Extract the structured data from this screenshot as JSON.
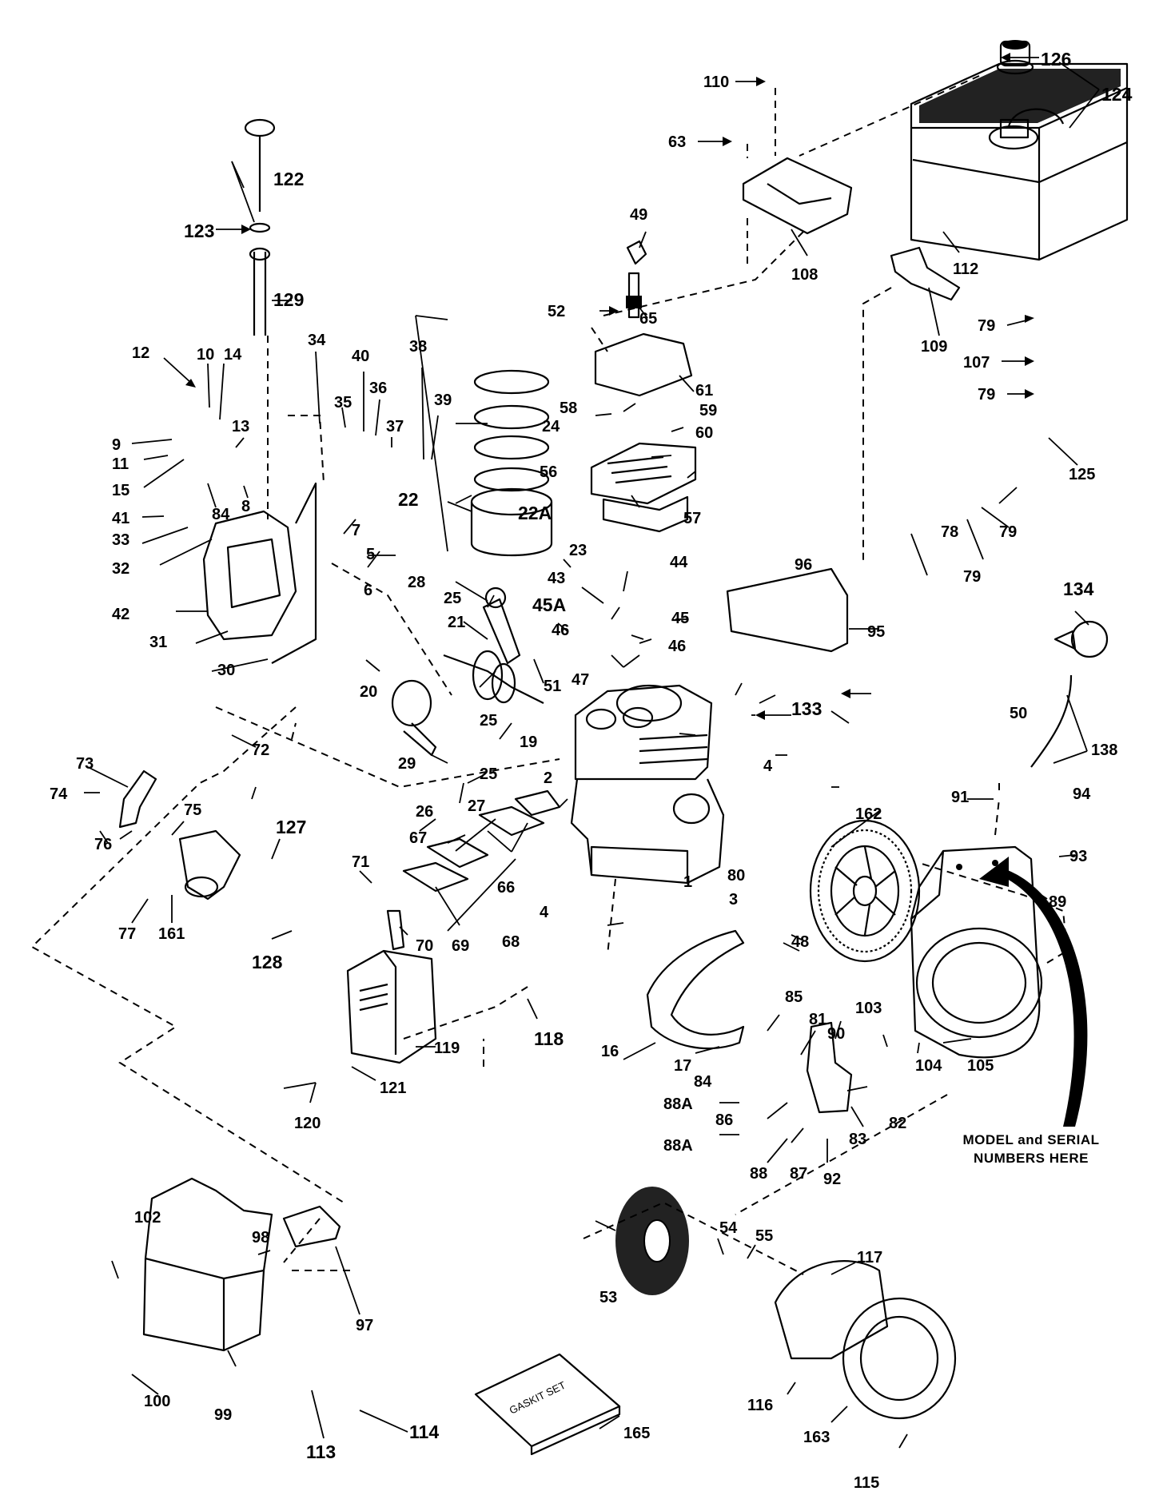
{
  "note": [
    "MODEL and SERIAL",
    "NUMBERS HERE"
  ],
  "gasket_set_text": "GASKIT SET",
  "labels": [
    "1",
    "2",
    "3",
    "4",
    "4",
    "5",
    "6",
    "7",
    "8",
    "9",
    "10",
    "11",
    "12",
    "13",
    "14",
    "15",
    "16",
    "17",
    "19",
    "20",
    "21",
    "22",
    "22A",
    "23",
    "24",
    "25",
    "25",
    "26",
    "27",
    "28",
    "29",
    "30",
    "31",
    "32",
    "33",
    "34",
    "35",
    "36",
    "37",
    "38",
    "39",
    "40",
    "41",
    "42",
    "43",
    "44",
    "45",
    "45A",
    "46",
    "46",
    "47",
    "48",
    "49",
    "50",
    "51",
    "52",
    "53",
    "54",
    "55",
    "56",
    "57",
    "58",
    "59",
    "60",
    "61",
    "63",
    "65",
    "66",
    "67",
    "68",
    "69",
    "70",
    "71",
    "72",
    "73",
    "74",
    "75",
    "76",
    "77",
    "78",
    "79",
    "79",
    "79",
    "79",
    "80",
    "81",
    "82",
    "83",
    "84",
    "84",
    "85",
    "86",
    "87",
    "88",
    "88A",
    "88A",
    "89",
    "90",
    "91",
    "92",
    "93",
    "94",
    "95",
    "96",
    "97",
    "98",
    "99",
    "100",
    "102",
    "103",
    "104",
    "105",
    "107",
    "108",
    "109",
    "110",
    "112",
    "113",
    "114",
    "115",
    "116",
    "117",
    "118",
    "119",
    "120",
    "121",
    "122",
    "123",
    "124",
    "125",
    "126",
    "127",
    "128",
    "129",
    "133",
    "134",
    "138",
    "161",
    "162",
    "163",
    "165"
  ]
}
